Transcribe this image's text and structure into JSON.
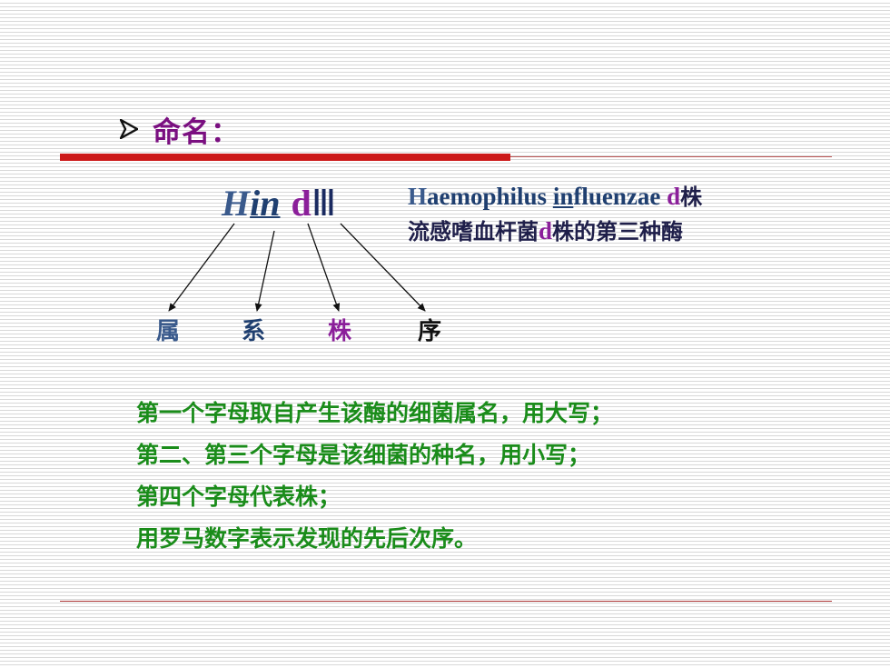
{
  "heading": {
    "bullet_icon": "arrowhead-bullet-icon",
    "text": "命名："
  },
  "enzyme": {
    "genus": "H",
    "species": "in",
    "strain": "d",
    "order": "Ⅲ"
  },
  "full_name": {
    "latin_h": "H",
    "latin_rest_1": "aemophilus ",
    "latin_in": "in",
    "latin_rest_2": "fluenzae ",
    "latin_d": "d",
    "latin_suffix": "株",
    "cn_before_d": "流感嗜血杆菌",
    "cn_d": "d",
    "cn_after_d": "株的第三种酶"
  },
  "parts": {
    "genus": "属",
    "species": "系",
    "strain": "株",
    "order": "序"
  },
  "rules": [
    "第一个字母取自产生该酶的细菌属名，用大写；",
    "第二、第三个字母是该细菌的种名，用小写；",
    "第四个字母代表株；",
    "用罗马数字表示发现的先后次序。"
  ],
  "colors": {
    "heading": "#7a0f80",
    "red_rule": "#cc1a1a",
    "genus": "#3a5a8c",
    "species": "#1f3f70",
    "strain": "#8b1f9a",
    "rules_text": "#1a8c1a"
  }
}
